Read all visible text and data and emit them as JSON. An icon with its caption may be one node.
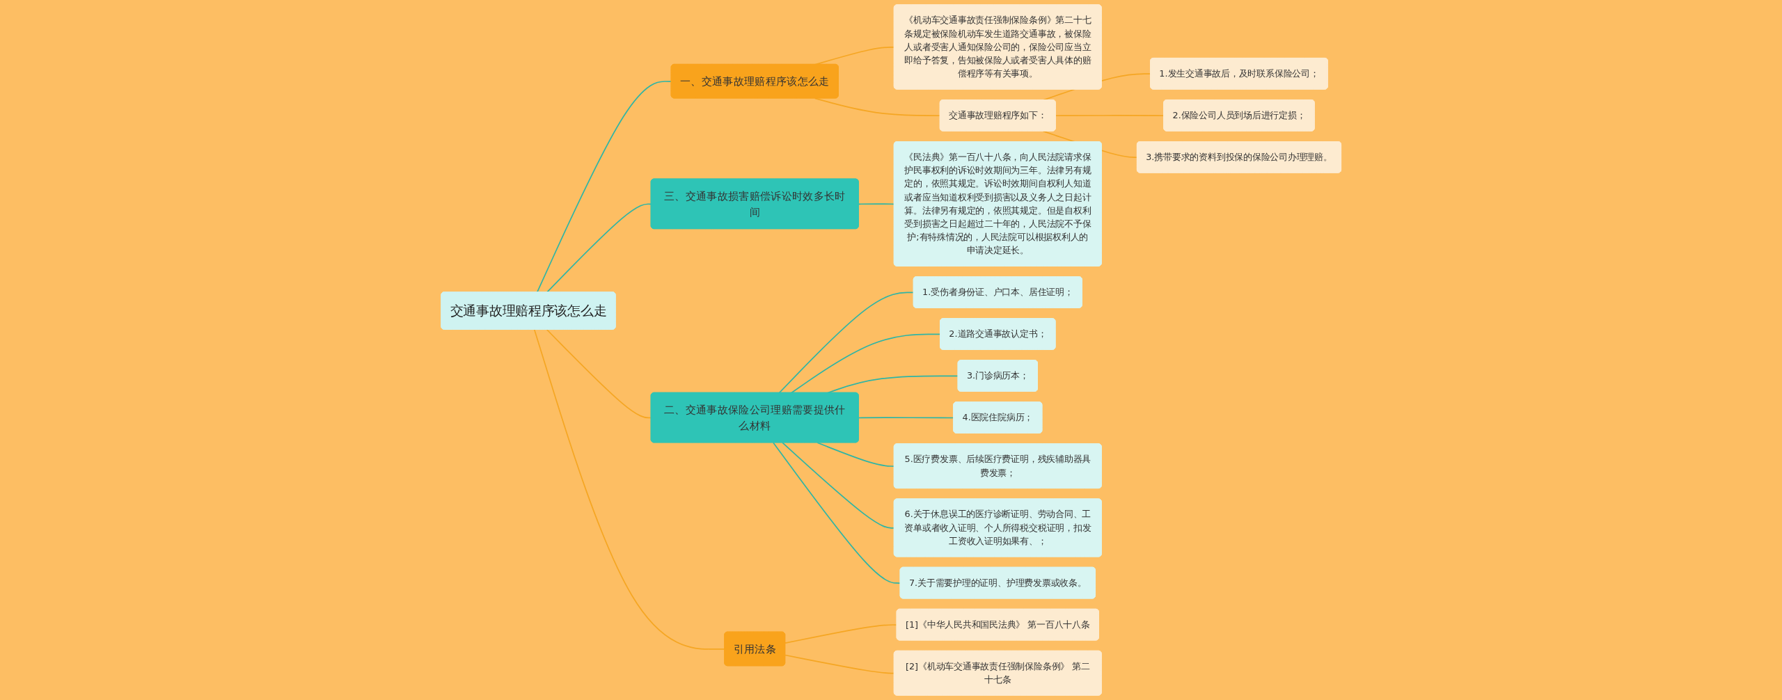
{
  "diagram": {
    "nodes": [
      {
        "text": [
          "交通事故理赔程序该怎么走"
        ]
      },
      {
        "text": [
          "一、交通事故理赔程序该怎么走"
        ]
      },
      {
        "text": [
          "交通事故理赔程序如下："
        ]
      },
      {
        "text": [
          "1.发生交通事故后，及时联系保险公司；"
        ]
      },
      {
        "text": [
          "2.保险公司人员到场后进行定损；"
        ]
      },
      {
        "text": [
          "3.携带要求的资料到投保的保险公司办理理赔。"
        ]
      },
      {
        "text": [
          "《机动车交通事故责任强制保险条例》第二十七条规定被保险机动车发生道路交通事故，被保险人或者受害人通知保险公司的，保险公司应当立即给予答复，告知被保险人或者受害人具体的赔偿程序等有关事项。"
        ]
      },
      {
        "text": [
          "三、交通事故损害赔偿诉讼时效多长时间"
        ]
      },
      {
        "text": [
          "《民法典》第一百八十八条，向人民法院请求保护民事权利的诉讼时效期间为三年。法律另有规定的，依照其规定。诉讼时效期间自权利人知道或者应当知道权利受到损害以及义务人之日起计算。法律另有规定的，依照其规定。但是自权利受到损害之日起超过二十年的，人民法院不予保护;有特殊情况的，人民法院可以根据权利人的申请决定延长。"
        ]
      },
      {
        "text": [
          "二、交通事故保险公司理赔需要提供什么材料"
        ]
      },
      {
        "text": [
          "1.受伤者身份证、户口本、居住证明；"
        ]
      },
      {
        "text": [
          "2.道路交通事故认定书；"
        ]
      },
      {
        "text": [
          "3.门诊病历本；"
        ]
      },
      {
        "text": [
          "4.医院住院病历；"
        ]
      },
      {
        "text": [
          "5.医疗费发票、后续医疗费证明，残疾辅助器具费发票；"
        ]
      },
      {
        "text": [
          "6.关于休息误工的医疗诊断证明、劳动合同、工资单或者收入证明、个人所得税交税证明，扣发工资收入证明如果有、；"
        ]
      },
      {
        "text": [
          "7.关于需要护理的证明、护理费发票或收条。"
        ]
      },
      {
        "text": [
          "引用法条"
        ]
      },
      {
        "text": [
          "[1]《中华人民共和国民法典》 第一百八十八条"
        ]
      },
      {
        "text": [
          "[2]《机动车交通事故责任强制保险条例》 第二十七条"
        ]
      }
    ],
    "edges": [
      {
        "from": 0,
        "to": 1,
        "arrow": "none"
      },
      {
        "from": 1,
        "to": 2,
        "arrow": "none",
        "color": "#f5a623"
      },
      {
        "from": 2,
        "to": 3,
        "arrow": "none",
        "color": "#f5a623"
      },
      {
        "from": 2,
        "to": 4,
        "arrow": "none",
        "color": "#f5a623"
      },
      {
        "from": 2,
        "to": 5,
        "arrow": "none",
        "color": "#f5a623"
      },
      {
        "from": 1,
        "to": 6,
        "arrow": "none",
        "color": "#f5a623"
      },
      {
        "from": 0,
        "to": 7,
        "arrow": "none"
      },
      {
        "from": 7,
        "to": 8,
        "arrow": "none"
      },
      {
        "from": 0,
        "to": 9,
        "arrow": "none",
        "color": "#f5a623"
      },
      {
        "from": 9,
        "to": 10,
        "arrow": "none"
      },
      {
        "from": 9,
        "to": 11,
        "arrow": "none"
      },
      {
        "from": 9,
        "to": 12,
        "arrow": "none"
      },
      {
        "from": 9,
        "to": 13,
        "arrow": "none"
      },
      {
        "from": 9,
        "to": 14,
        "arrow": "none"
      },
      {
        "from": 9,
        "to": 15,
        "arrow": "none"
      },
      {
        "from": 9,
        "to": 16,
        "arrow": "none"
      },
      {
        "from": 0,
        "to": 17,
        "arrow": "none",
        "color": "#f5a623"
      },
      {
        "from": 17,
        "to": 18,
        "arrow": "none",
        "color": "#f5a623"
      },
      {
        "from": 17,
        "to": 19,
        "arrow": "none",
        "color": "#f5a623"
      }
    ]
  }
}
